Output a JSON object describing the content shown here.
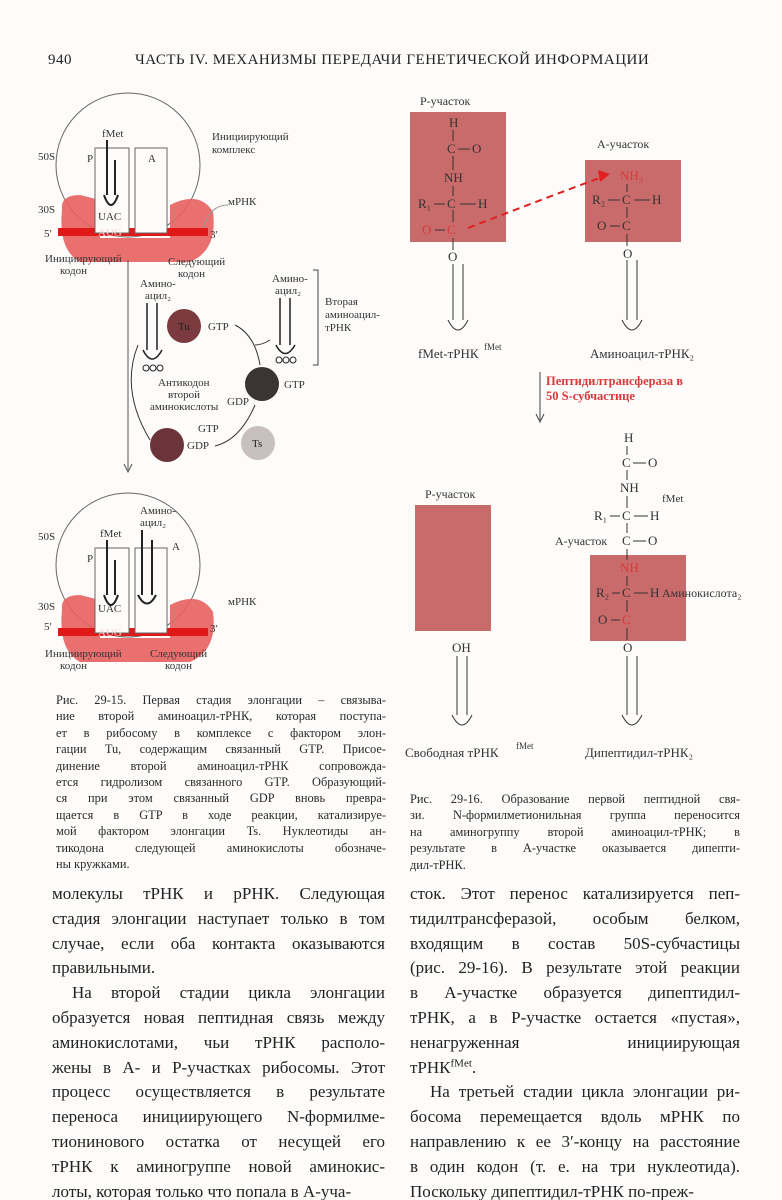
{
  "header": {
    "page_number": "940",
    "running_title": "ЧАСТЬ IV. МЕХАНИЗМЫ ПЕРЕДАЧИ ГЕНЕТИЧЕСКОЙ ИНФОРМАЦИИ"
  },
  "fig15": {
    "fmet": "fMet",
    "s50": "50S",
    "s30": "30S",
    "p": "P",
    "a": "A",
    "complex1": "Инициирующий",
    "complex2": "комплекс",
    "mrna": "мРНК",
    "uac": "UAC",
    "aug": "AUG",
    "five": "5′",
    "three": "3′",
    "init_codon1": "Инициирующий",
    "init_codon2": "кодон",
    "next_codon1": "Следующий",
    "next_codon2": "кодон",
    "aminoacyl1": "Амино-",
    "aminoacyl2": "ацил₂",
    "tu": "Tu",
    "gtp": "GTP",
    "gdp": "GDP",
    "ts": "Ts",
    "second1": "Вторая",
    "second2": "аминоацил-",
    "second3": "тРНК",
    "anticodon1": "Антикодон",
    "anticodon2": "второй",
    "anticodon3": "аминокислоты",
    "caption": [
      "Рис. 29-15. Первая стадия элонгации – связыва-",
      "ние второй аминоацил-тРНК, которая поступа-",
      "ет в рибосому в комплексе с фактором элон-",
      "гации Tu, содержащим связанный GTP. Присое-",
      "динение второй аминоацил-тРНК сопровожда-",
      "ется гидролизом связанного GTP. Образующий-",
      "ся при этом связанный GDP вновь превра-",
      "щается в GTP в ходе реакции, катализируе-",
      "мой фактором элонгации Ts. Нуклеотиды ан-",
      "тикодона следующей аминокислоты обозначе-",
      "ны кружками."
    ]
  },
  "fig16": {
    "p_site": "Р-участок",
    "a_site": "А-участок",
    "h": "H",
    "c": "C",
    "o": "O",
    "nh": "NH",
    "nh3": "NH₃",
    "r1": "R₁",
    "r2": "R₂",
    "oh": "OH",
    "fmet": "fMet",
    "fmet_trna": "fMet-тРНК",
    "fmet_sup": "fMet",
    "aminoacyl_trna": "Аминоацил-тРНК₂",
    "enzyme1": "Пептидилтрансфераза в",
    "enzyme2": "50 S-субчастице",
    "free_trna": "Свободная тРНК",
    "dipeptidyl": "Дипептидил-тРНК₂",
    "a_site_co": "А-участок",
    "aminoacid": "Аминокислота₂",
    "caption": [
      "Рис. 29-16. Образование первой пептидной свя-",
      "зи. N-формилметионильная группа переносится",
      "на аминогруппу второй аминоацил-тРНК; в",
      "результате в А-участке оказывается дипепти-",
      "дил-тРНК."
    ]
  },
  "body_left": [
    "молекулы тРНК и рРНК. Следующая",
    "стадия элонгации наступает только в том",
    "случае, если оба контакта оказываются",
    "правильными.",
    "На второй стадии цикла элонгации",
    "образуется новая пептидная связь между",
    "аминокислотами, чьи тРНК располо-",
    "жены в А- и Р-участках рибосомы. Этот",
    "процесс осуществляется в результате",
    "переноса инициирующего N-формилме-",
    "тионинового остатка от несущей его",
    "тРНК к аминогруппе новой аминокис-",
    "лоты, которая только что попала в А-уча-"
  ],
  "body_right": [
    "сток. Этот перенос катализируется пеп-",
    "тидилтрансферазой, особым белком,",
    "входящим в состав 50S-субчастицы",
    "(рис. 29-16). В результате этой реакции",
    "в А-участке образуется дипептидил-",
    "тРНК, а в Р-участке остается «пустая»,",
    "ненагруженная инициирующая",
    "тРНК",
    "fMet",
    ".",
    "На третьей стадии цикла элонгации ри-",
    "босома перемещается вдоль мРНК по",
    "направлению к ее 3′-концу на расстояние",
    "в один кодон (т. е. на три нуклеотида).",
    "Поскольку дипептидил-тРНК по-преж-"
  ],
  "colors": {
    "site_fill": "#c96b6b",
    "red": "#e02020"
  }
}
